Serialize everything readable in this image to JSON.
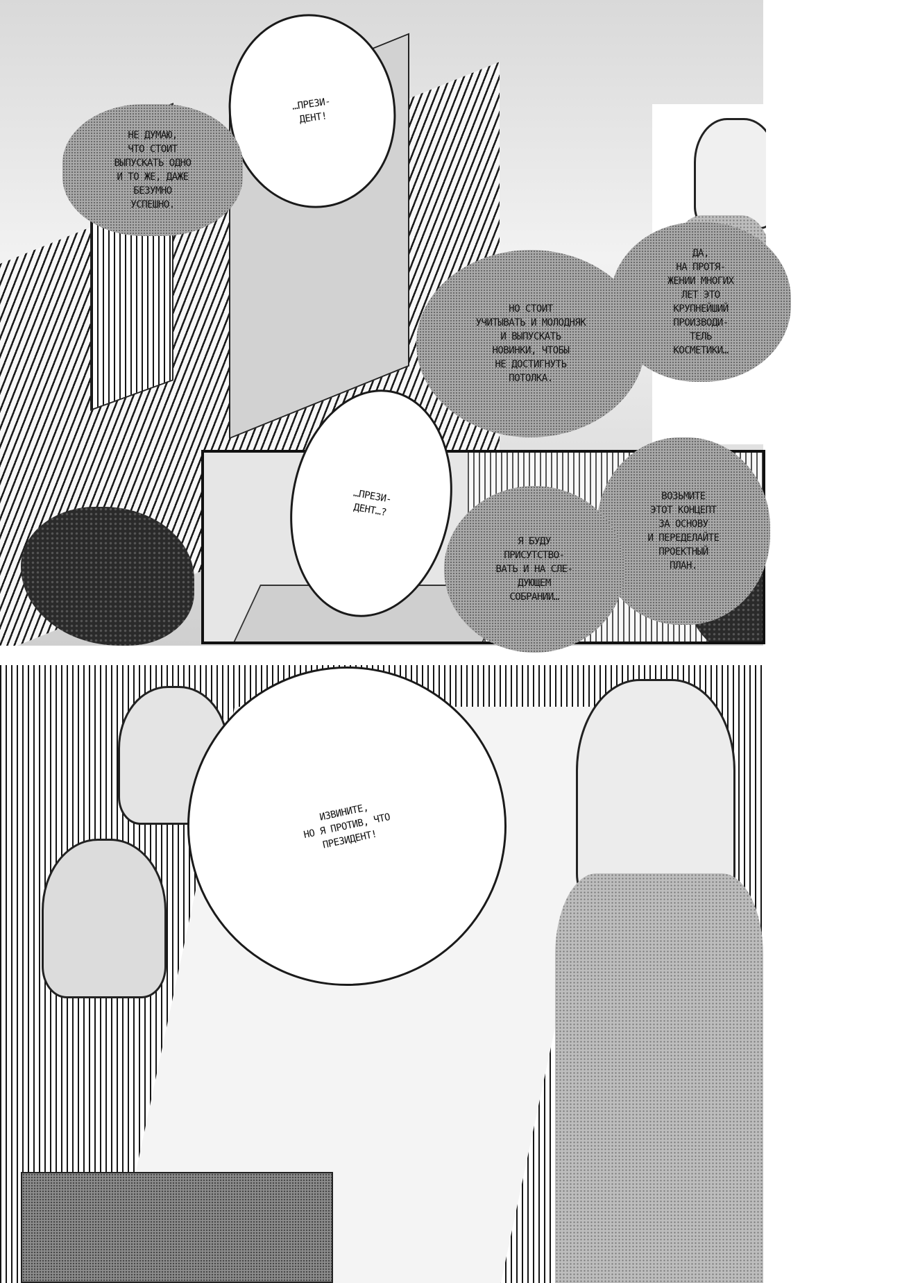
{
  "page": {
    "kind": "manga page",
    "colors": {
      "ink": "#111111",
      "paper": "#ffffff",
      "tone": "#bdbdbd"
    }
  },
  "speech": {
    "b1": "…ПРЕЗИ-\nДЕНТ!",
    "b2": "НЕ ДУМАЮ,\nЧТО СТОИТ\nВЫПУСКАТЬ ОДНО\nИ ТО ЖЕ, ДАЖЕ\nБЕЗУМНО\nУСПЕШНО.",
    "b3": "ДА,\nНА ПРОТЯ-\nЖЕНИИ МНОГИХ\nЛЕТ ЭТО\nКРУПНЕЙШИЙ\nПРОИЗВОДИ-\nТЕЛЬ\nКОСМЕТИКИ…",
    "b4": "НО СТОИТ\nУЧИТЫВАТЬ И МОЛОДНЯК\nИ ВЫПУСКАТЬ\nНОВИНКИ, ЧТОБЫ\nНЕ ДОСТИГНУТЬ\nПОТОЛКА.",
    "b5": "…ПРЕЗИ-\nДЕНТ…?",
    "b6": "ВОЗЬМИТЕ\nЭТОТ КОНЦЕПТ\nЗА ОСНОВУ\nИ ПЕРЕДЕЛАЙТЕ\nПРОЕКТНЫЙ\nПЛАН.",
    "b7": "Я БУДУ\nПРИСУТСТВО-\nВАТЬ И НА СЛЕ-\nДУЮЩЕМ\nСОБРАНИИ…",
    "b8": "ИЗВИНИТЕ,\nНО Я ПРОТИВ, ЧТО\nПРЕЗИДЕНТ!"
  }
}
